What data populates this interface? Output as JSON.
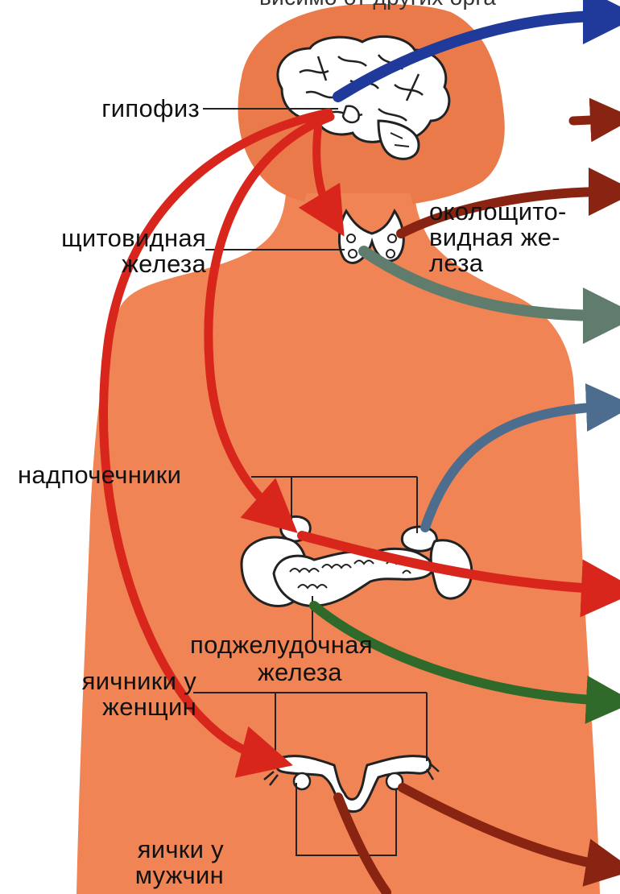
{
  "top_cut_text": "висимо  от других орга",
  "labels": {
    "pituitary": "гипофиз",
    "thyroid_line1": "щитовидная",
    "thyroid_line2": "железа",
    "parathyroid_line1": "околощито-",
    "parathyroid_line2": "видная же-",
    "parathyroid_line3": "леза",
    "adrenals": "надпочечники",
    "pancreas_line1": "поджелудочная",
    "pancreas_line2": "железа",
    "ovaries_line1": "яичники у",
    "ovaries_line2": "женщин",
    "testes_line1": "яички у",
    "testes_line2": "мужчин"
  },
  "colors": {
    "body": "#f08454",
    "head_dark": "#ea7a4a",
    "red_arrow": "#d8261c",
    "blue_arrow": "#1f3a9a",
    "brown_arrow": "#8a2412",
    "gray_arrow": "#5f7c6c",
    "steel_arrow": "#4d6d8e",
    "green_arrow": "#2f6a2a",
    "organ_fill": "#ffffff",
    "organ_stroke": "#222222"
  }
}
